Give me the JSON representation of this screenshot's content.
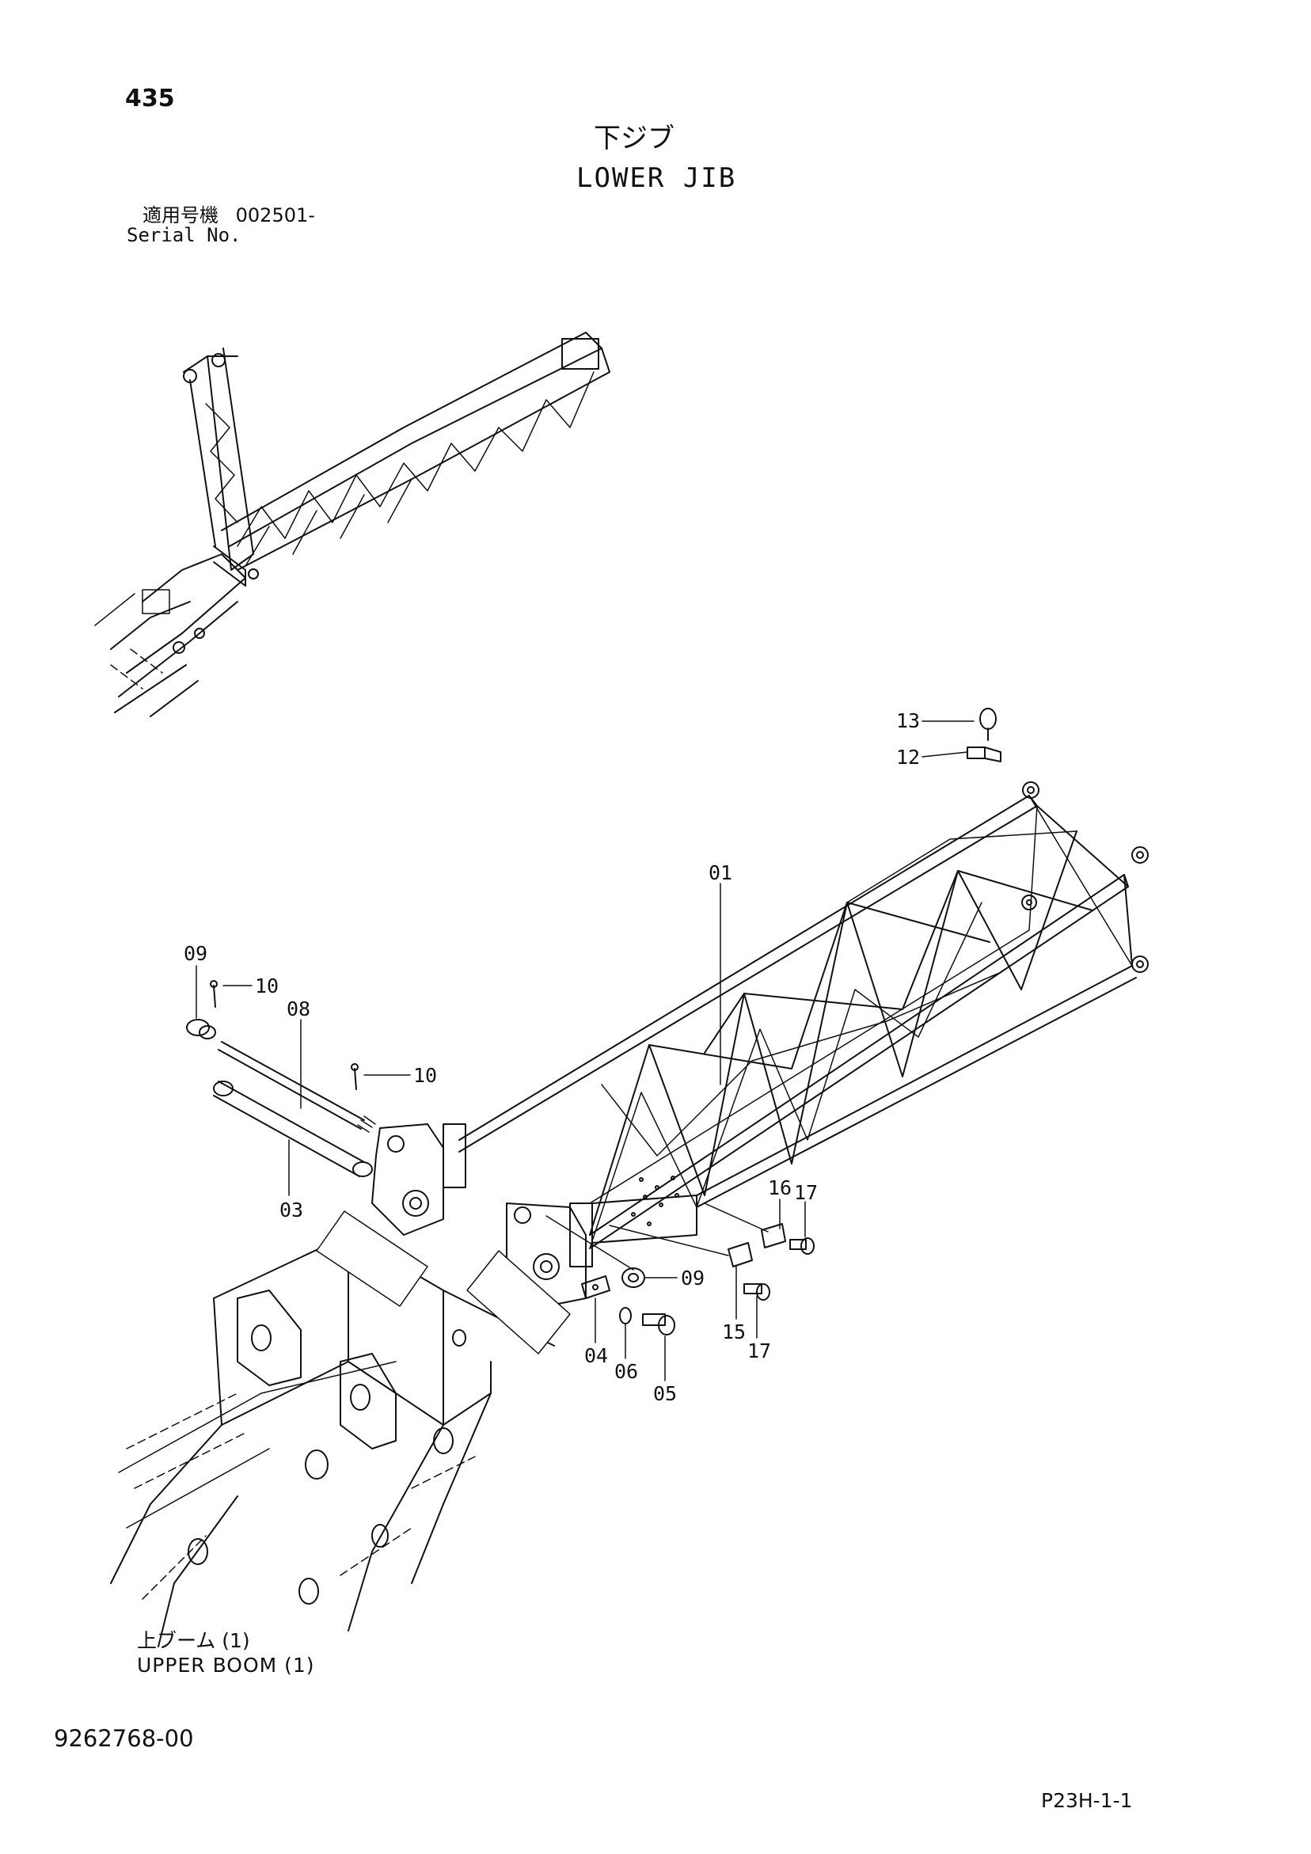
{
  "header": {
    "page_number": "435",
    "title_jp": "下ジブ",
    "title_en": "LOWER JIB",
    "serial_label_jp": "適用号機",
    "serial_value": "002501-",
    "serial_label_en": "Serial No."
  },
  "callouts": [
    {
      "id": "13",
      "label": "13"
    },
    {
      "id": "12",
      "label": "12"
    },
    {
      "id": "01",
      "label": "01"
    },
    {
      "id": "09a",
      "label": "09"
    },
    {
      "id": "10a",
      "label": "10"
    },
    {
      "id": "08",
      "label": "08"
    },
    {
      "id": "10b",
      "label": "10"
    },
    {
      "id": "03",
      "label": "03"
    },
    {
      "id": "16",
      "label": "16"
    },
    {
      "id": "17a",
      "label": "17"
    },
    {
      "id": "09b",
      "label": "09"
    },
    {
      "id": "15",
      "label": "15"
    },
    {
      "id": "17b",
      "label": "17"
    },
    {
      "id": "04",
      "label": "04"
    },
    {
      "id": "06",
      "label": "06"
    },
    {
      "id": "05",
      "label": "05"
    }
  ],
  "footer": {
    "upper_boom_jp": "上ブーム (1)",
    "upper_boom_en": "UPPER BOOM (1)",
    "doc_number": "9262768-00",
    "page_code": "P23H-1-1"
  }
}
